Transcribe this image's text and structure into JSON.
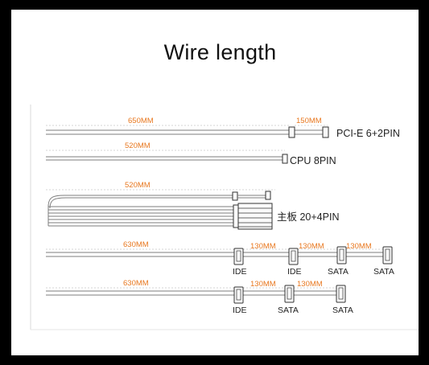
{
  "title": "Wire length",
  "cables": [
    {
      "id": "pcie",
      "segments": [
        "650MM",
        "150MM"
      ],
      "label": "PCI-E 6+2PIN"
    },
    {
      "id": "cpu",
      "segments": [
        "520MM"
      ],
      "label": "CPU 8PIN"
    },
    {
      "id": "mainboard",
      "segments": [
        "520MM"
      ],
      "label": "主板 20+4PIN"
    },
    {
      "id": "ide-sata-1",
      "segments": [
        "630MM",
        "130MM",
        "130MM",
        "130MM"
      ],
      "connectors": [
        "IDE",
        "IDE",
        "SATA",
        "SATA"
      ]
    },
    {
      "id": "ide-sata-2",
      "segments": [
        "630MM",
        "130MM",
        "130MM"
      ],
      "connectors": [
        "IDE",
        "SATA",
        "SATA"
      ]
    }
  ]
}
